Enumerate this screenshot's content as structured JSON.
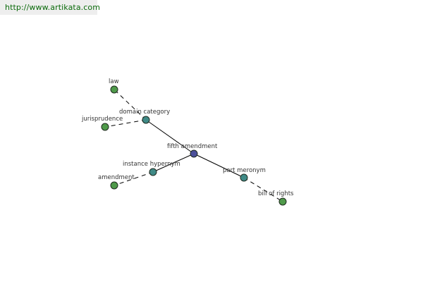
{
  "banner": {
    "url_text": "http://www.artikata.com"
  },
  "colors": {
    "center_node": "#4b4f9a",
    "relation_node": "#3f8a86",
    "leaf_node": "#4f9a4a",
    "node_stroke": "#1f2a1f",
    "edge": "#000000",
    "banner_background": "#eeeeee",
    "banner_text": "#0a6a0a"
  },
  "graph": {
    "center": {
      "label": "fifth amendment"
    },
    "relations": [
      {
        "label": "domain category",
        "leaves": [
          {
            "label": "law"
          },
          {
            "label": "jurisprudence"
          }
        ]
      },
      {
        "label": "instance hypernym",
        "leaves": [
          {
            "label": "amendment"
          }
        ]
      },
      {
        "label": "part meronym",
        "leaves": [
          {
            "label": "bill of rights"
          }
        ]
      }
    ]
  }
}
